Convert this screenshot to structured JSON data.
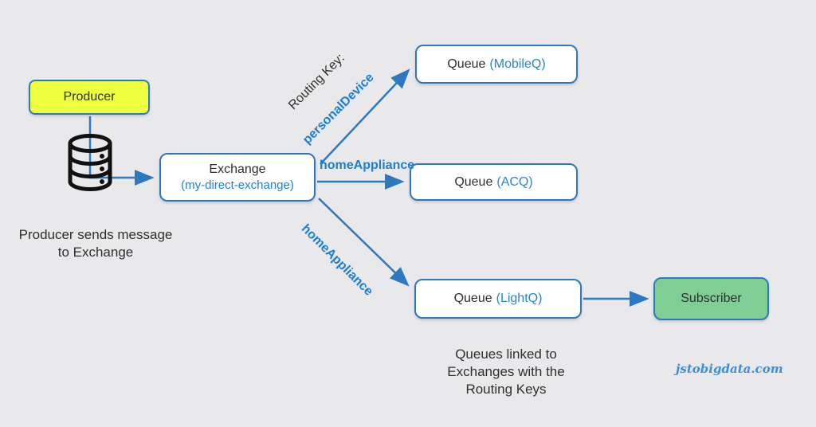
{
  "diagram": {
    "producer": {
      "label": "Producer"
    },
    "exchange": {
      "label": "Exchange",
      "sublabel": "(my-direct-exchange)"
    },
    "queues": [
      {
        "label": "Queue",
        "name": "(MobileQ)"
      },
      {
        "label": "Queue",
        "name": "(ACQ)"
      },
      {
        "label": "Queue",
        "name": "(LightQ)"
      }
    ],
    "subscriber": {
      "label": "Subscriber"
    },
    "labels": {
      "routing_key_title": "Routing Key:",
      "personal_device": "personalDevice",
      "home_appliance_mid": "homeAppliance",
      "home_appliance_bottom": "homeAppliance"
    },
    "captions": {
      "producer_note_line1": "Producer sends message",
      "producer_note_line2": "to Exchange",
      "queues_note_line1": "Queues linked to",
      "queues_note_line2": "Exchanges with the",
      "queues_note_line3": "Routing Keys"
    },
    "watermark": "jstobigdata.com",
    "icons": {
      "database_icon": "database-cylinder"
    },
    "colors": {
      "background": "#e9e9eb",
      "line_blue": "#2e79be",
      "text_blue": "#1b7fd4",
      "producer_yellow": "#edff3e",
      "subscriber_green": "#7fce96",
      "text_dark": "#2f2f2f",
      "node_fill": "#ffffff"
    }
  }
}
